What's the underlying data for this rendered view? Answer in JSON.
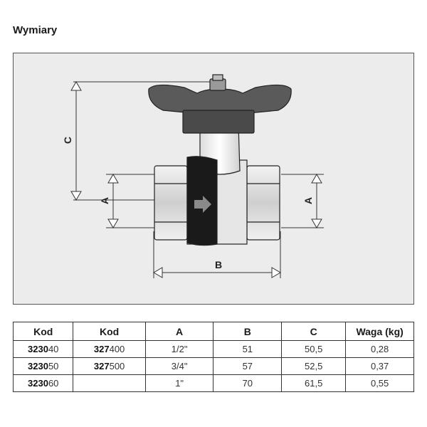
{
  "section_title": "Wymiary",
  "diagram": {
    "label_c": "C",
    "label_a_left": "A",
    "label_a_right": "A",
    "label_b": "B"
  },
  "table": {
    "headers": [
      "Kod",
      "Kod",
      "A",
      "B",
      "C",
      "Waga (kg)"
    ],
    "rows": [
      {
        "kod1_bold": "3230",
        "kod1_rest": "40",
        "kod2_bold": "327",
        "kod2_rest": "400",
        "a": "1/2\"",
        "b": "51",
        "c": "50,5",
        "waga": "0,28"
      },
      {
        "kod1_bold": "3230",
        "kod1_rest": "50",
        "kod2_bold": "327",
        "kod2_rest": "500",
        "a": "3/4\"",
        "b": "57",
        "c": "52,5",
        "waga": "0,37"
      },
      {
        "kod1_bold": "3230",
        "kod1_rest": "60",
        "kod2_bold": "",
        "kod2_rest": "",
        "a": "1\"",
        "b": "70",
        "c": "61,5",
        "waga": "0,55"
      }
    ]
  },
  "colors": {
    "handle": "#5a5a5a",
    "body_light": "#e0e0e0",
    "band": "#1a1a1a",
    "background": "#ececec"
  }
}
